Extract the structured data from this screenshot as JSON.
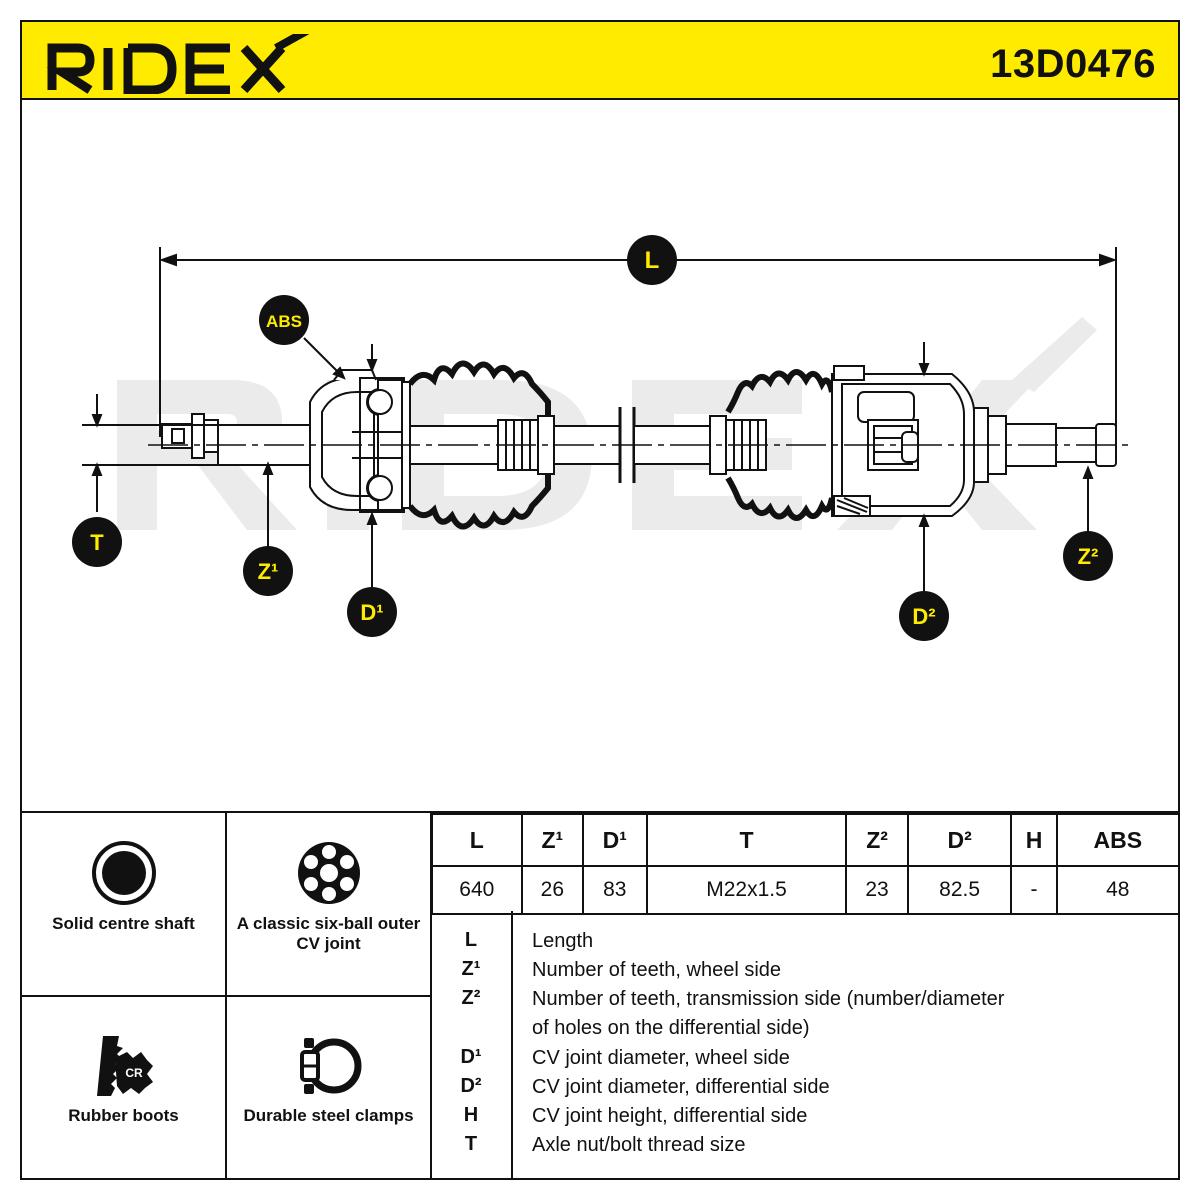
{
  "header": {
    "brand": "RIDEX",
    "part_number": "13D0476",
    "background_color": "#ffeb00"
  },
  "drawing": {
    "watermark_icon": "ridex-watermark",
    "labels": {
      "L": "L",
      "ABS": "ABS",
      "T": "T",
      "Z1": "Z¹",
      "D1": "D¹",
      "D2": "D²",
      "Z2": "Z²"
    }
  },
  "features": [
    {
      "icon": "solid-shaft-icon",
      "label": "Solid centre shaft"
    },
    {
      "icon": "six-ball-joint-icon",
      "label": "A classic six-ball outer CV joint"
    },
    {
      "icon": "rubber-boot-icon",
      "label": "Rubber boots",
      "icon_text": "CR"
    },
    {
      "icon": "steel-clamp-icon",
      "label": "Durable steel clamps"
    }
  ],
  "spec_table": {
    "headers": [
      "L",
      "Z¹",
      "D¹",
      "T",
      "Z²",
      "D²",
      "H",
      "ABS"
    ],
    "values": [
      "640",
      "26",
      "83",
      "M22x1.5",
      "23",
      "82.5",
      "-",
      "48"
    ]
  },
  "legend": [
    {
      "code": "L",
      "lines": [
        "Length"
      ]
    },
    {
      "code": "Z¹",
      "lines": [
        "Number of teeth, wheel side"
      ]
    },
    {
      "code": "Z²",
      "lines": [
        "Number of teeth, transmission side (number/diameter",
        "of holes on the differential side)"
      ]
    },
    {
      "code": "D¹",
      "lines": [
        "CV joint diameter, wheel side"
      ]
    },
    {
      "code": "D²",
      "lines": [
        "CV joint diameter, differential side"
      ]
    },
    {
      "code": "H",
      "lines": [
        "CV joint height, differential side"
      ]
    },
    {
      "code": "T",
      "lines": [
        "Axle nut/bolt thread size"
      ]
    }
  ]
}
